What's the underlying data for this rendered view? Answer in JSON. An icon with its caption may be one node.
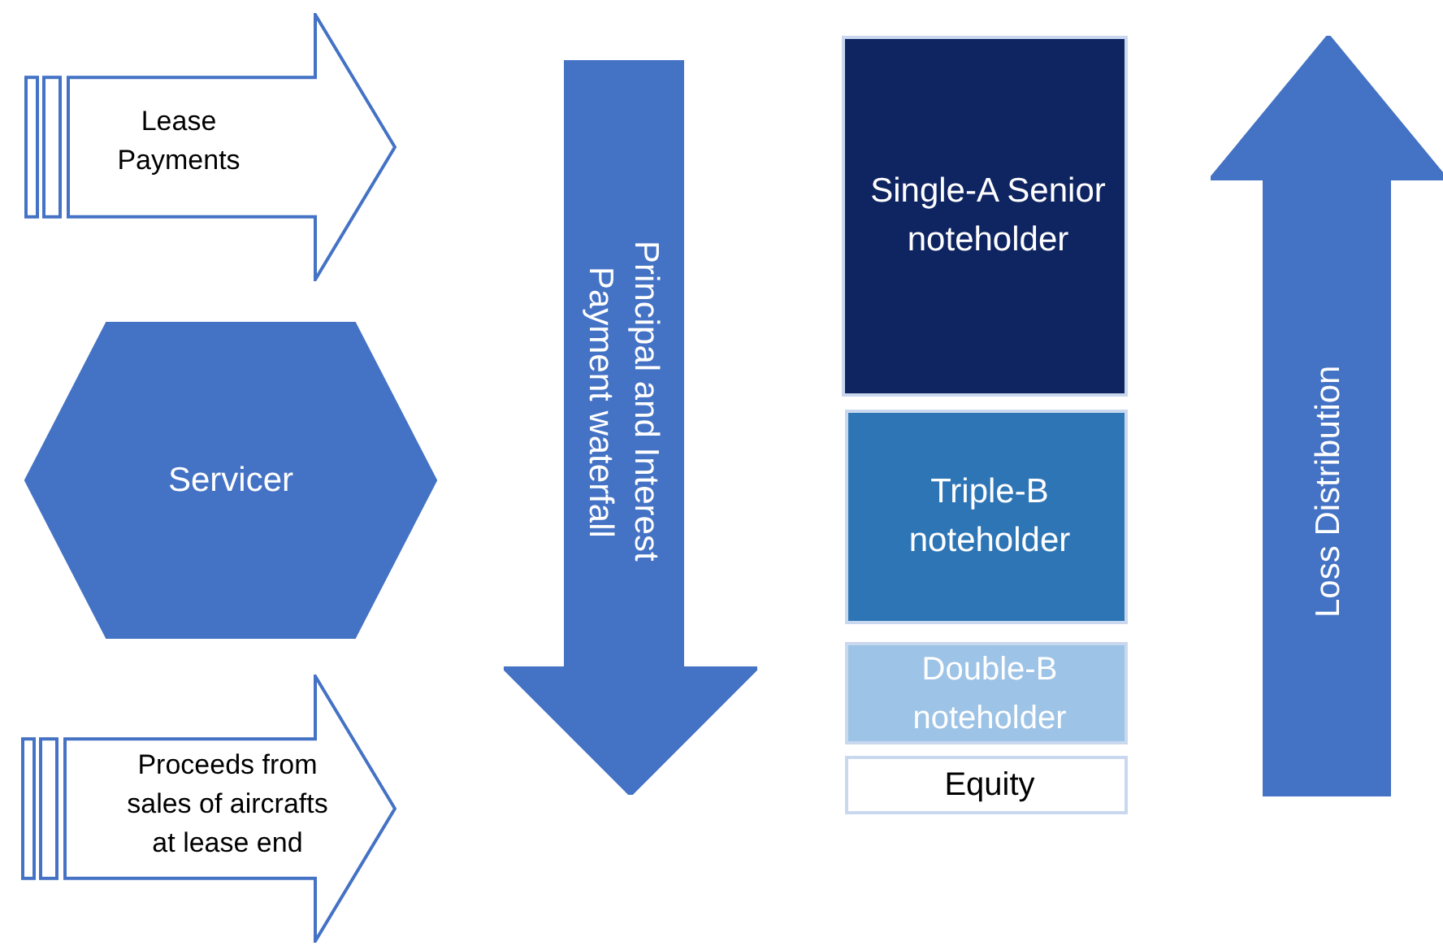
{
  "diagram": {
    "nodes": [
      {
        "text": [
          "Lease Payments"
        ]
      },
      {
        "text": [
          "Servicer"
        ]
      },
      {
        "text": [
          "Proceeds from sales of aircrafts at lease end"
        ]
      },
      {
        "text": [
          "Principal and Interest Payment waterfall"
        ]
      },
      {
        "text": [
          "Single-A Senior noteholder"
        ]
      },
      {
        "text": [
          "Triple-B noteholder"
        ]
      },
      {
        "text": [
          "Double-B noteholder"
        ]
      },
      {
        "text": [
          "Equity"
        ]
      },
      {
        "text": [
          "Loss Distribution"
        ]
      }
    ]
  }
}
